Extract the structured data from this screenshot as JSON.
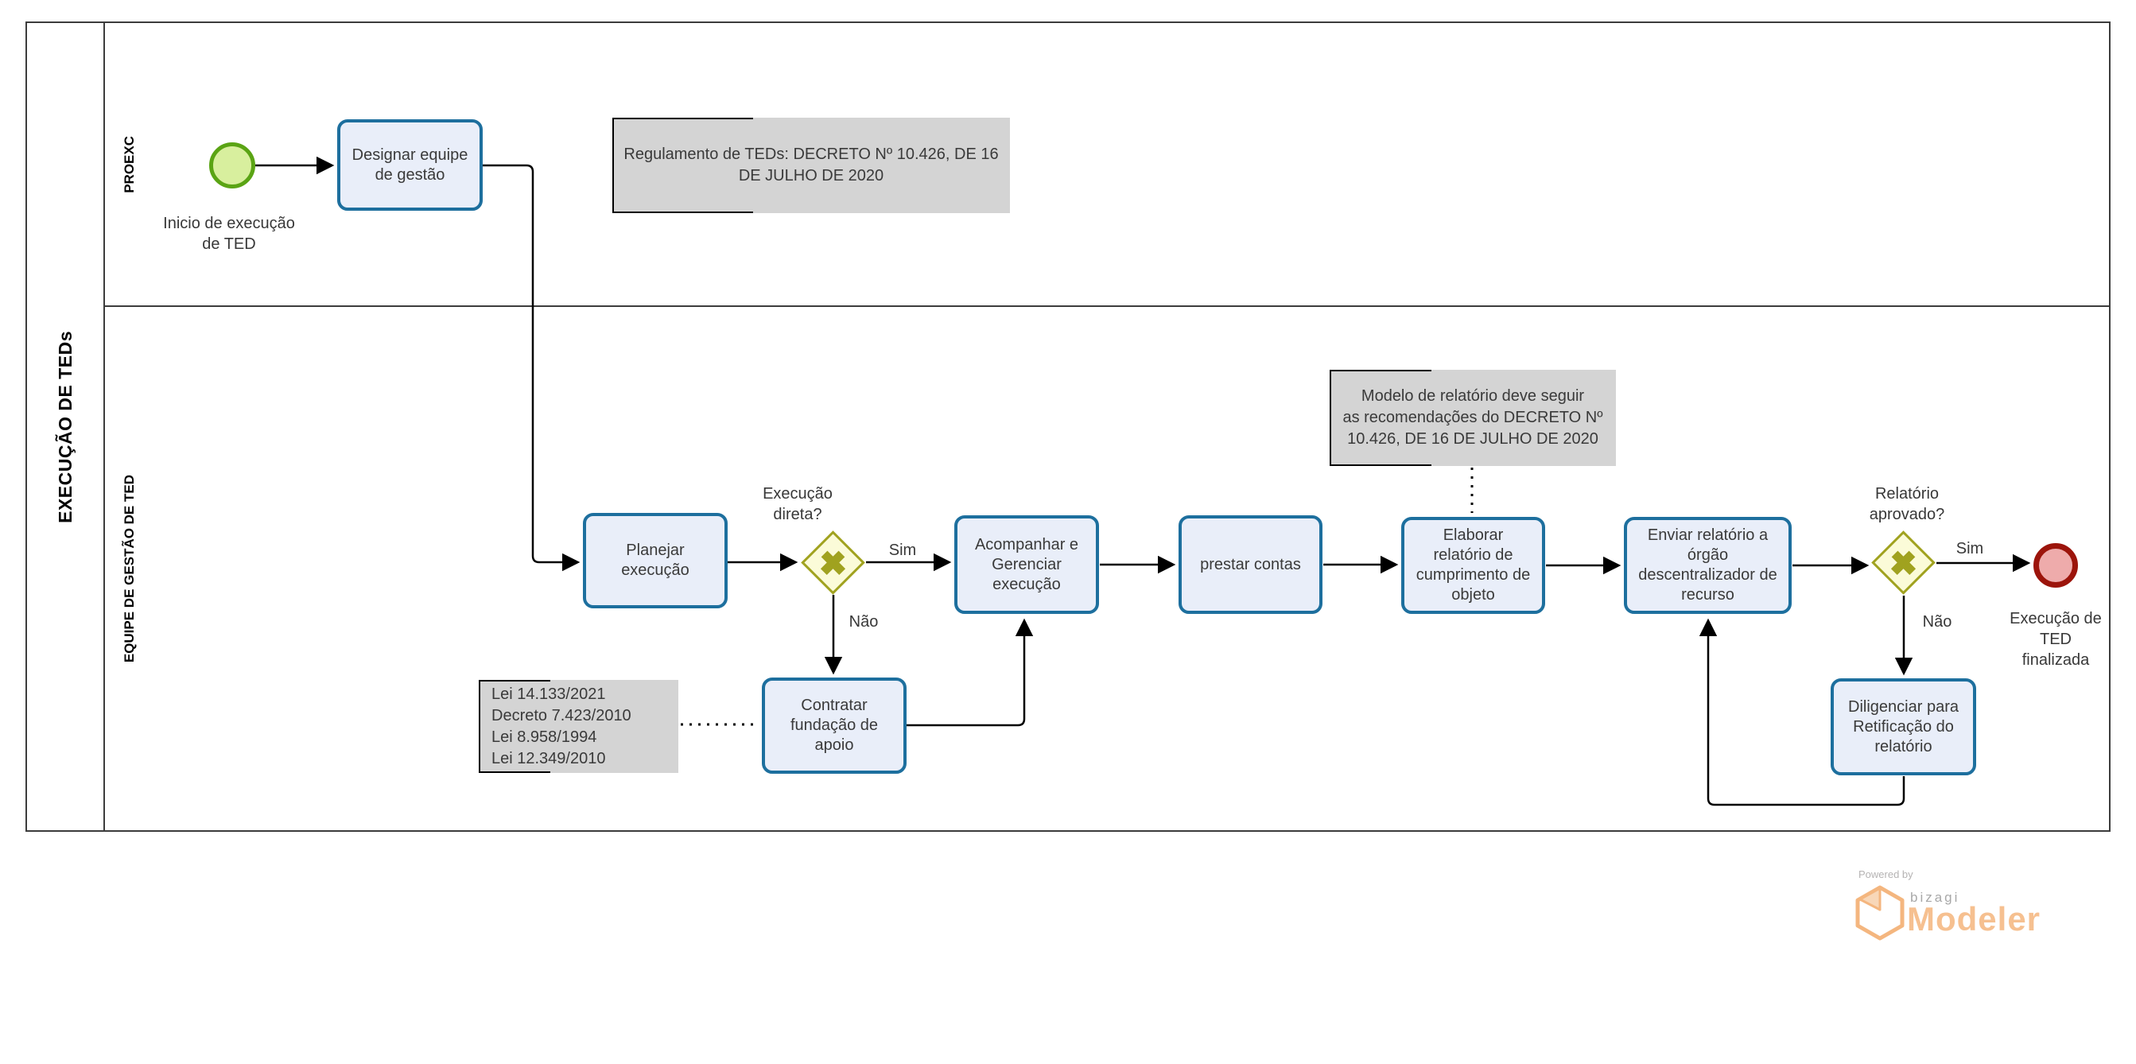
{
  "pool": {
    "title": "EXECUÇÃO DE TEDs",
    "lanes": [
      {
        "label": "PROEXC"
      },
      {
        "label": "EQUIPE DE GESTÃO DE TED"
      }
    ]
  },
  "events": {
    "start": {
      "label": "Inicio de execução\nde TED"
    },
    "end": {
      "label": "Execução de\nTED\nfinalizada"
    }
  },
  "tasks": {
    "designar": {
      "label": "Designar equipe\nde gestão"
    },
    "planejar": {
      "label": "Planejar\nexecução"
    },
    "acompanhar": {
      "label": "Acompanhar e\nGerenciar\nexecução"
    },
    "prestar": {
      "label": "prestar contas"
    },
    "elaborar": {
      "label": "Elaborar\nrelatório de\ncumprimento de\nobjeto"
    },
    "enviar": {
      "label": "Enviar relatório a\nórgão\ndescentralizador de\nrecurso"
    },
    "contratar": {
      "label": "Contratar\nfundação de\napoio"
    },
    "diligenciar": {
      "label": "Diligenciar para\nRetificação do\nrelatório"
    }
  },
  "gateways": {
    "execucao_direta": {
      "question": "Execução\ndireta?",
      "yes_label": "Sim",
      "no_label": "Não"
    },
    "relatorio_aprovado": {
      "question": "Relatório\naprovado?",
      "yes_label": "Sim",
      "no_label": "Não"
    }
  },
  "annotations": {
    "regulamento": {
      "text": "Regulamento de TEDs: DECRETO Nº 10.426, DE 16\nDE JULHO DE 2020"
    },
    "modelo": {
      "text": "Modelo de relatório deve seguir\nas recomendações do DECRETO Nº\n10.426, DE 16 DE JULHO DE 2020"
    },
    "leis": {
      "text": "Lei 14.133/2021\nDecreto 7.423/2010\nLei 8.958/1994\nLei 12.349/2010"
    }
  },
  "branding": {
    "powered_by": "Powered by",
    "brand": "bizagi",
    "product": "Modeler"
  },
  "colors": {
    "task_border": "#1d6f9e",
    "task_fill": "#e9eef9",
    "gateway_border": "#a0a21f",
    "gateway_fill": "#fbfbd8",
    "start_border": "#5aa414",
    "start_fill": "#d8ef9e",
    "end_border": "#9c140b",
    "end_fill": "#eeabab",
    "annotation_fill": "#d4d4d4",
    "brand_orange": "#f6c090"
  }
}
